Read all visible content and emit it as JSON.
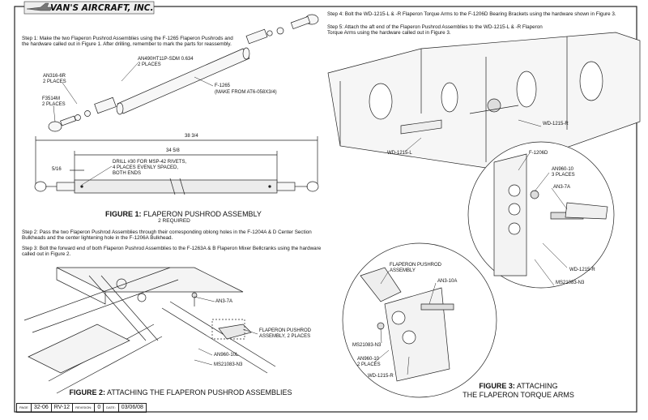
{
  "header": {
    "company": "VAN'S AIRCRAFT, INC."
  },
  "steps": {
    "step1": "Step 1: Make the two Flaperon Pushrod Assemblies using the F-1265 Flaperon Pushrods and the hardware called out in Figure 1. After drilling, remember to mark the parts for reassembly.",
    "step2": "Step 2: Pass the two Flaperon Pushrod Assemblies through their corresponding oblong holes in the F-1204A & D Center Section Bulkheads and the center lightening hole in the F-1206A Bulkhead.",
    "step3": "Step 3: Bolt the forward end of both Flaperon Pushrod Assemblies to the F-1263A & B Flaperon Mixer Bellcranks using the hardware called out in Figure 2.",
    "step4": "Step 4: Bolt the WD-1215-L & -R Flaperon Torque Arms to the F-1206D Bearing Brackets using the hardware shown in Figure 3.",
    "step5": "Step 5: Attach the aft end of the Flaperon Pushrod Assemblies to the WD-1215-L & -R Flaperon Torque Arms using the hardware called out in Figure 3."
  },
  "figure1": {
    "labels": {
      "an490": "AN490HT11P-SDM 0.634",
      "an490_qty": "2 PLACES",
      "an316": "AN316-6R",
      "an316_qty": "2 PLACES",
      "f3514m": "F3514M",
      "f3514m_qty": "2 PLACES",
      "f1265": "F-1265",
      "f1265_note": "(MAKE FROM AT6-058X3/4)",
      "dim_overall": "38 3/4",
      "dim_inner": "34 5/8",
      "dim_end": "5/16",
      "drill1": "DRILL #30 FOR MSP-42 RIVETS,",
      "drill2": "4 PLACES EVENLY SPACED,",
      "drill3": "BOTH ENDS"
    },
    "caption_bold": "FIGURE 1:",
    "caption": "FLAPERON PUSHROD ASSEMBLY",
    "caption_sub": "2 REQUIRED"
  },
  "figure2": {
    "labels": {
      "an3_7a": "AN3-7A",
      "pushrod1": "FLAPERON PUSHROD",
      "pushrod2": "ASSEMBLY, 2 PLACES",
      "an960": "AN960-10L",
      "ms21083": "MS21083-N3"
    },
    "caption_bold": "FIGURE 2:",
    "caption": "ATTACHING THE FLAPERON PUSHROD ASSEMBLIES"
  },
  "figure3": {
    "labels": {
      "wd1215r_top": "WD-1215-R",
      "wd1215l": "WD-1215-L",
      "f1206d": "F-1206D",
      "an960_10": "AN960-10",
      "an960_10_qty": "3 PLACES",
      "an3_7a": "AN3-7A",
      "wd1215r_mid": "WD-1215-R",
      "ms21083_r": "MS21083-N3",
      "pushrod1": "FLAPERON PUSHROD",
      "pushrod2": "ASSEMBLY",
      "an3_10a": "AN3-10A",
      "ms21083_l": "MS21083-N3",
      "an960_10b": "AN960-10",
      "an960_10b_qty": "2 PLACES",
      "wd1215r_bot": "WD-1215-R"
    },
    "caption_bold": "FIGURE 3:",
    "caption1": "ATTACHING",
    "caption2": "THE FLAPERON TORQUE ARMS"
  },
  "footer": {
    "page_label": "PAGE",
    "page": "32-06",
    "model": "RV-12",
    "revision_label": "REVISION:",
    "revision": "0",
    "date_label": "DATE:",
    "date": "03/06/08"
  }
}
